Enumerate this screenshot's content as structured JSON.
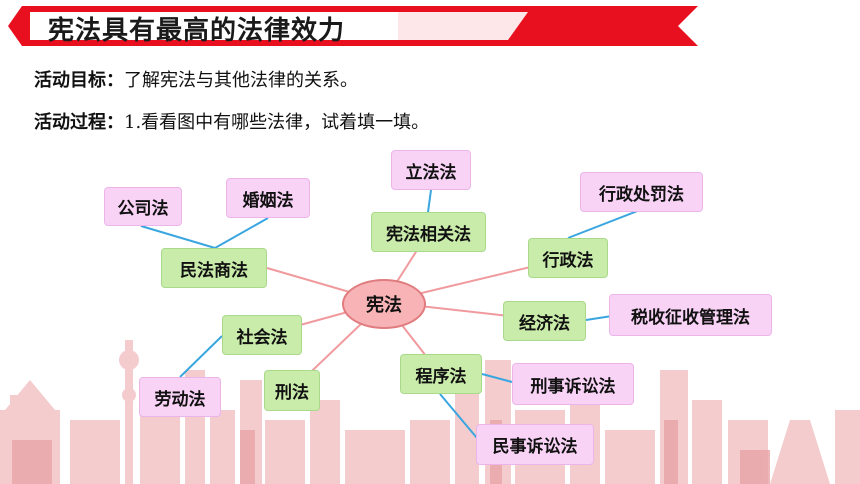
{
  "header": {
    "title": "宪法具有最高的法律效力"
  },
  "activity_goal": {
    "label": "活动目标：",
    "text": "了解宪法与其他法律的关系。"
  },
  "activity_process": {
    "label": "活动过程：",
    "text": "1.看看图中有哪些法律，试着填一填。"
  },
  "mindmap": {
    "center": "宪法",
    "related_laws": "宪法相关法",
    "legislation_law": "立法法",
    "civil_commercial_law": "民法商法",
    "company_law": "公司法",
    "marriage_law": "婚姻法",
    "administrative_law": "行政法",
    "administrative_penalty_law": "行政处罚法",
    "economic_law": "经济法",
    "tax_law": "税收征收管理法",
    "social_law": "社会法",
    "labor_law": "劳动法",
    "criminal_law": "刑法",
    "procedure_law": "程序法",
    "criminal_procedure_law": "刑事诉讼法",
    "civil_procedure_law": "民事诉讼法"
  },
  "colors": {
    "banner_red": "#e8101e",
    "node_green": "#c9ecaa",
    "node_pink": "#f8d3f6",
    "center_fill": "#f7b3b5",
    "center_connector": "#f09a9e",
    "leaf_connector": "#3aa6e0"
  }
}
